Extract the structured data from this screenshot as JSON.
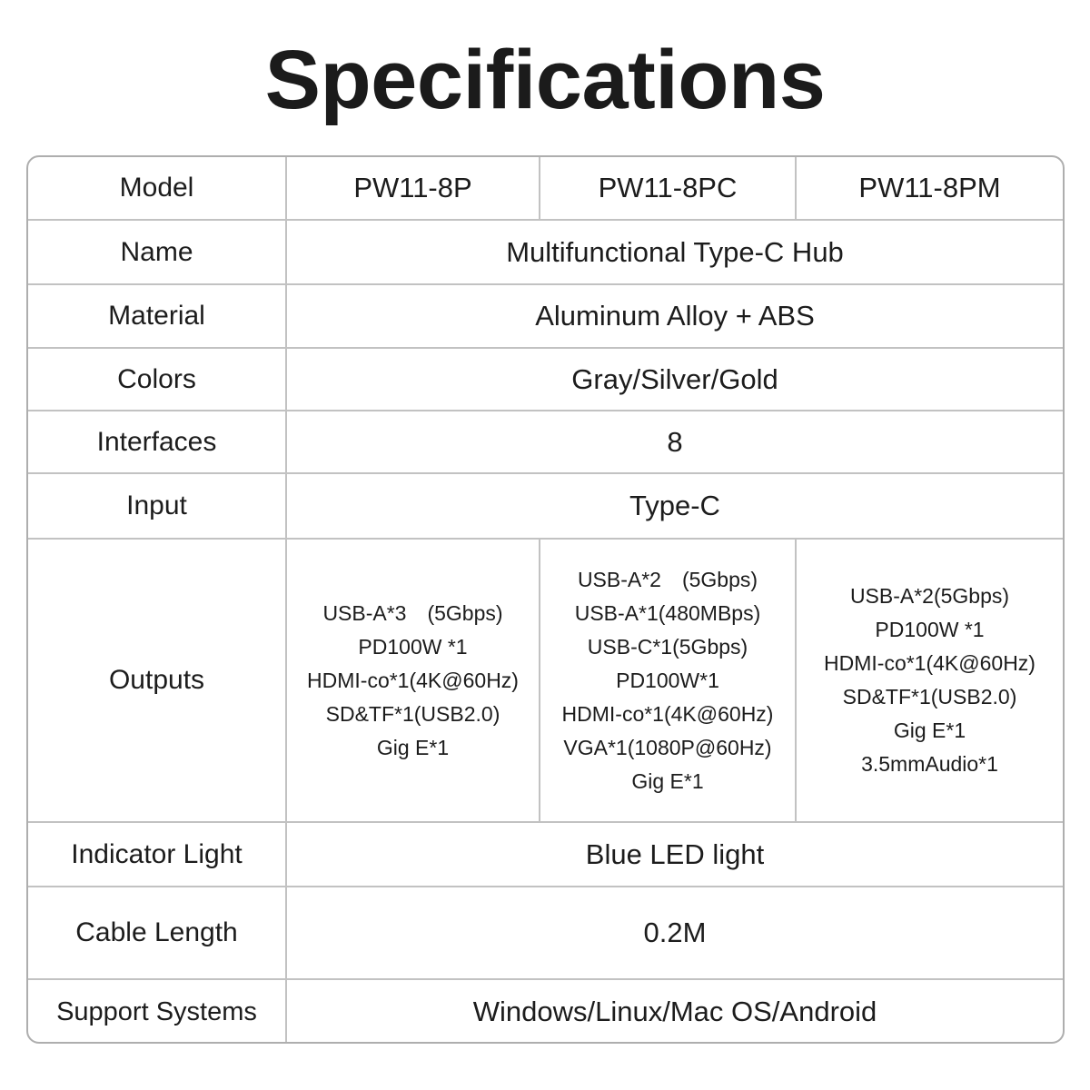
{
  "page": {
    "title": "Specifications",
    "background_color": "#ffffff",
    "text_color": "#1c1c1c",
    "border_color": "#c2c2c2"
  },
  "table": {
    "columns": [
      "PW11-8P",
      "PW11-8PC",
      "PW11-8PM"
    ],
    "rows": {
      "model": {
        "label": "Model",
        "values": [
          "PW11-8P",
          "PW11-8PC",
          "PW11-8PM"
        ]
      },
      "name": {
        "label": "Name",
        "value": "Multifunctional Type-C Hub"
      },
      "material": {
        "label": "Material",
        "value": "Aluminum Alloy + ABS"
      },
      "colors": {
        "label": "Colors",
        "value": "Gray/Silver/Gold"
      },
      "interfaces": {
        "label": "Interfaces",
        "value": "8"
      },
      "input": {
        "label": "Input",
        "value": "Type-C"
      },
      "outputs": {
        "label": "Outputs",
        "columns": [
          {
            "model": "PW11-8P",
            "lines": [
              "USB-A*3　(5Gbps)",
              "PD100W *1",
              "HDMI-co*1(4K@60Hz)",
              "SD&TF*1(USB2.0)",
              "Gig E*1"
            ]
          },
          {
            "model": "PW11-8PC",
            "lines": [
              "USB-A*2　(5Gbps)",
              "USB-A*1(480MBps)",
              "USB-C*1(5Gbps)",
              "PD100W*1",
              "HDMI-co*1(4K@60Hz)",
              "VGA*1(1080P@60Hz)",
              "Gig E*1"
            ]
          },
          {
            "model": "PW11-8PM",
            "lines": [
              "USB-A*2(5Gbps)",
              "PD100W *1",
              "HDMI-co*1(4K@60Hz)",
              "SD&TF*1(USB2.0)",
              "Gig E*1",
              "3.5mmAudio*1"
            ]
          }
        ]
      },
      "indicator_light": {
        "label": "Indicator Light",
        "value": "Blue LED light"
      },
      "cable_length": {
        "label": "Cable Length",
        "value": "0.2M"
      },
      "support_systems": {
        "label": "Support Systems",
        "value": "Windows/Linux/Mac OS/Android"
      }
    }
  }
}
